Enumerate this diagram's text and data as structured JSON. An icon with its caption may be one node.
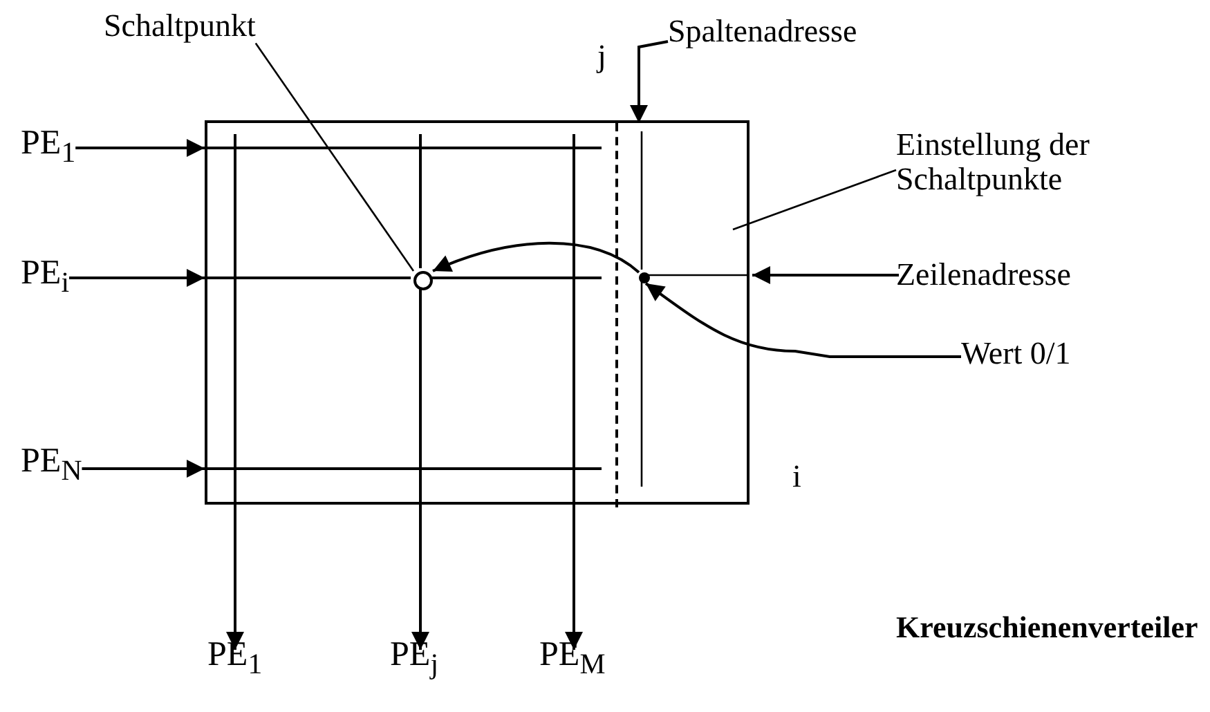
{
  "diagram": {
    "title": "Kreuzschienenverteiler",
    "nodes": [
      {
        "text": [
          "Schaltpunkt"
        ]
      },
      {
        "text": [
          "Spaltenadresse"
        ]
      },
      {
        "text": [
          "PE$_{1}$"
        ]
      },
      {
        "text": [],
        "shape": "box"
      },
      {
        "text": [],
        "shape": "box",
        "in": 3
      },
      {
        "text": [
          "Einstellung der Schaltpunkte"
        ]
      },
      {
        "text": [
          "PE$_{i}$"
        ]
      },
      {
        "text": [],
        "shape": "circle",
        "in": 3
      },
      {
        "text": [],
        "shape": "circle",
        "in": 4
      },
      {
        "text": [
          "Zeilenadresse"
        ]
      },
      {
        "text": [
          "Wert 0/1"
        ]
      },
      {
        "text": [
          "PE$_{N}$"
        ]
      },
      {
        "text": [
          "PE$_{1}$"
        ]
      },
      {
        "text": [
          "PE$_{j}$"
        ]
      },
      {
        "text": [
          "PE$_{M}$"
        ]
      }
    ],
    "edges": [
      {
        "from": 0,
        "to": 7,
        "arrow": "none"
      },
      {
        "from": 1,
        "to": 4,
        "arrow": "to"
      },
      {
        "from": 2,
        "to": 3,
        "arrow": "to"
      },
      {
        "from": 5,
        "to": 4,
        "arrow": "none"
      },
      {
        "from": 6,
        "to": 3,
        "arrow": "to"
      },
      {
        "from": 8,
        "to": 7,
        "arrow": "to"
      },
      {
        "from": 9,
        "to": 4,
        "arrow": "to"
      },
      {
        "from": 10,
        "to": 8,
        "arrow": "to"
      },
      {
        "from": 11,
        "to": 3,
        "arrow": "to"
      },
      {
        "from": 3,
        "to": 12,
        "arrow": "to"
      },
      {
        "from": 3,
        "to": 13,
        "arrow": "to"
      },
      {
        "from": 3,
        "to": 14,
        "arrow": "to"
      }
    ],
    "labels": [
      "j",
      "i"
    ]
  }
}
